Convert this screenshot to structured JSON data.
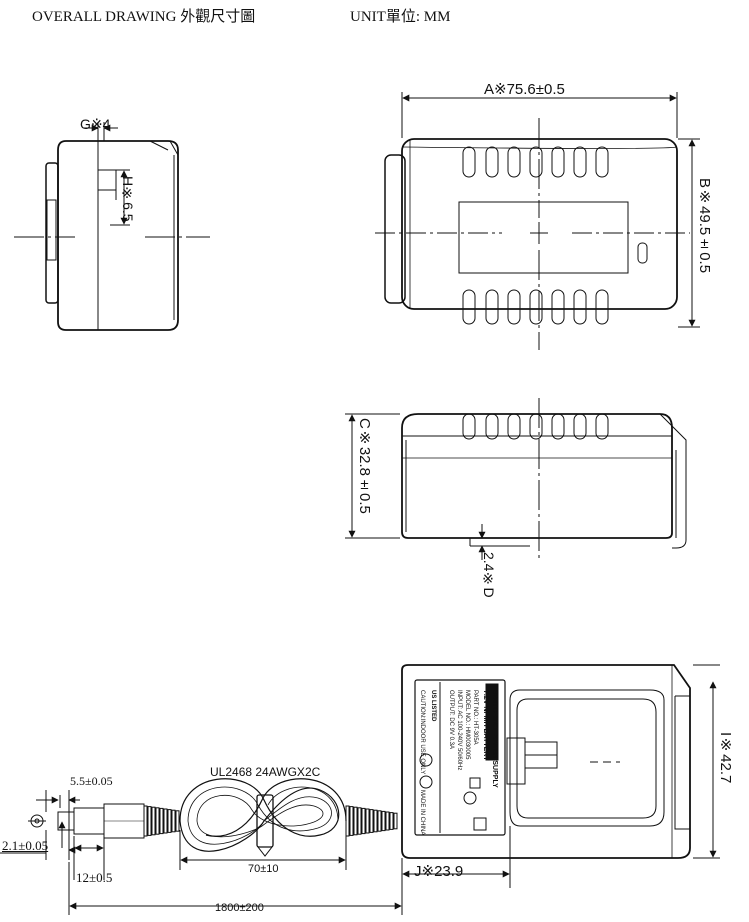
{
  "header": {
    "title": "OVERALL DRAWING 外觀尺寸圖",
    "unit": "UNIT單位: MM"
  },
  "dimensions": {
    "a": "A※75.6±0.5",
    "b": "B※49.5±0.5",
    "c": "C※32.8±0.5",
    "d": "2.4※D",
    "g": "G※4",
    "h": "H※6.5",
    "i": "I※42.7",
    "j": "J※23.9",
    "plug_dia": "5.5±0.05",
    "pin_dia": "2.1±0.05",
    "plug_len": "12±0.5",
    "coil_len": "70±10",
    "cable_len": "1800±200"
  },
  "cable_label": "UL2468 24AWGX2C",
  "nameplate": {
    "line1": "SWITCHING POWER SUPPLY",
    "line2": "7.2V Ni-MH BATTERY",
    "line3": "PART NO.: HT-305A",
    "line4": "MODEL NO.: HM0030005",
    "line5": "INPUT: AC 100-240V 50/60Hz",
    "line6": "OUTPUT: DC 9V 0.3A",
    "line7": "CAUTION:INDOOR USE ONLY",
    "made_in": "MADE IN CHINA",
    "listed": "US LISTED"
  }
}
